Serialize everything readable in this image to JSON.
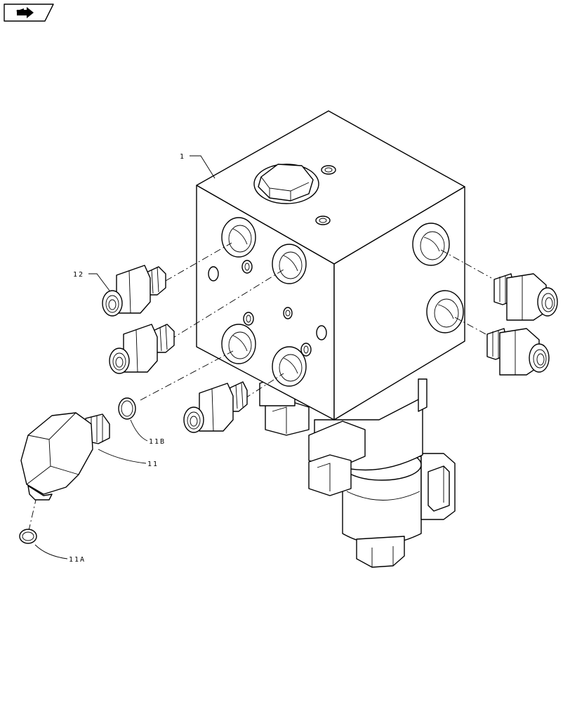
{
  "callouts": {
    "part_1": "1",
    "part_12": "12",
    "part_11": "11",
    "part_11a": "11A",
    "part_11b": "11B"
  },
  "icons": {
    "nav_badge": "arrow-right-icon"
  }
}
